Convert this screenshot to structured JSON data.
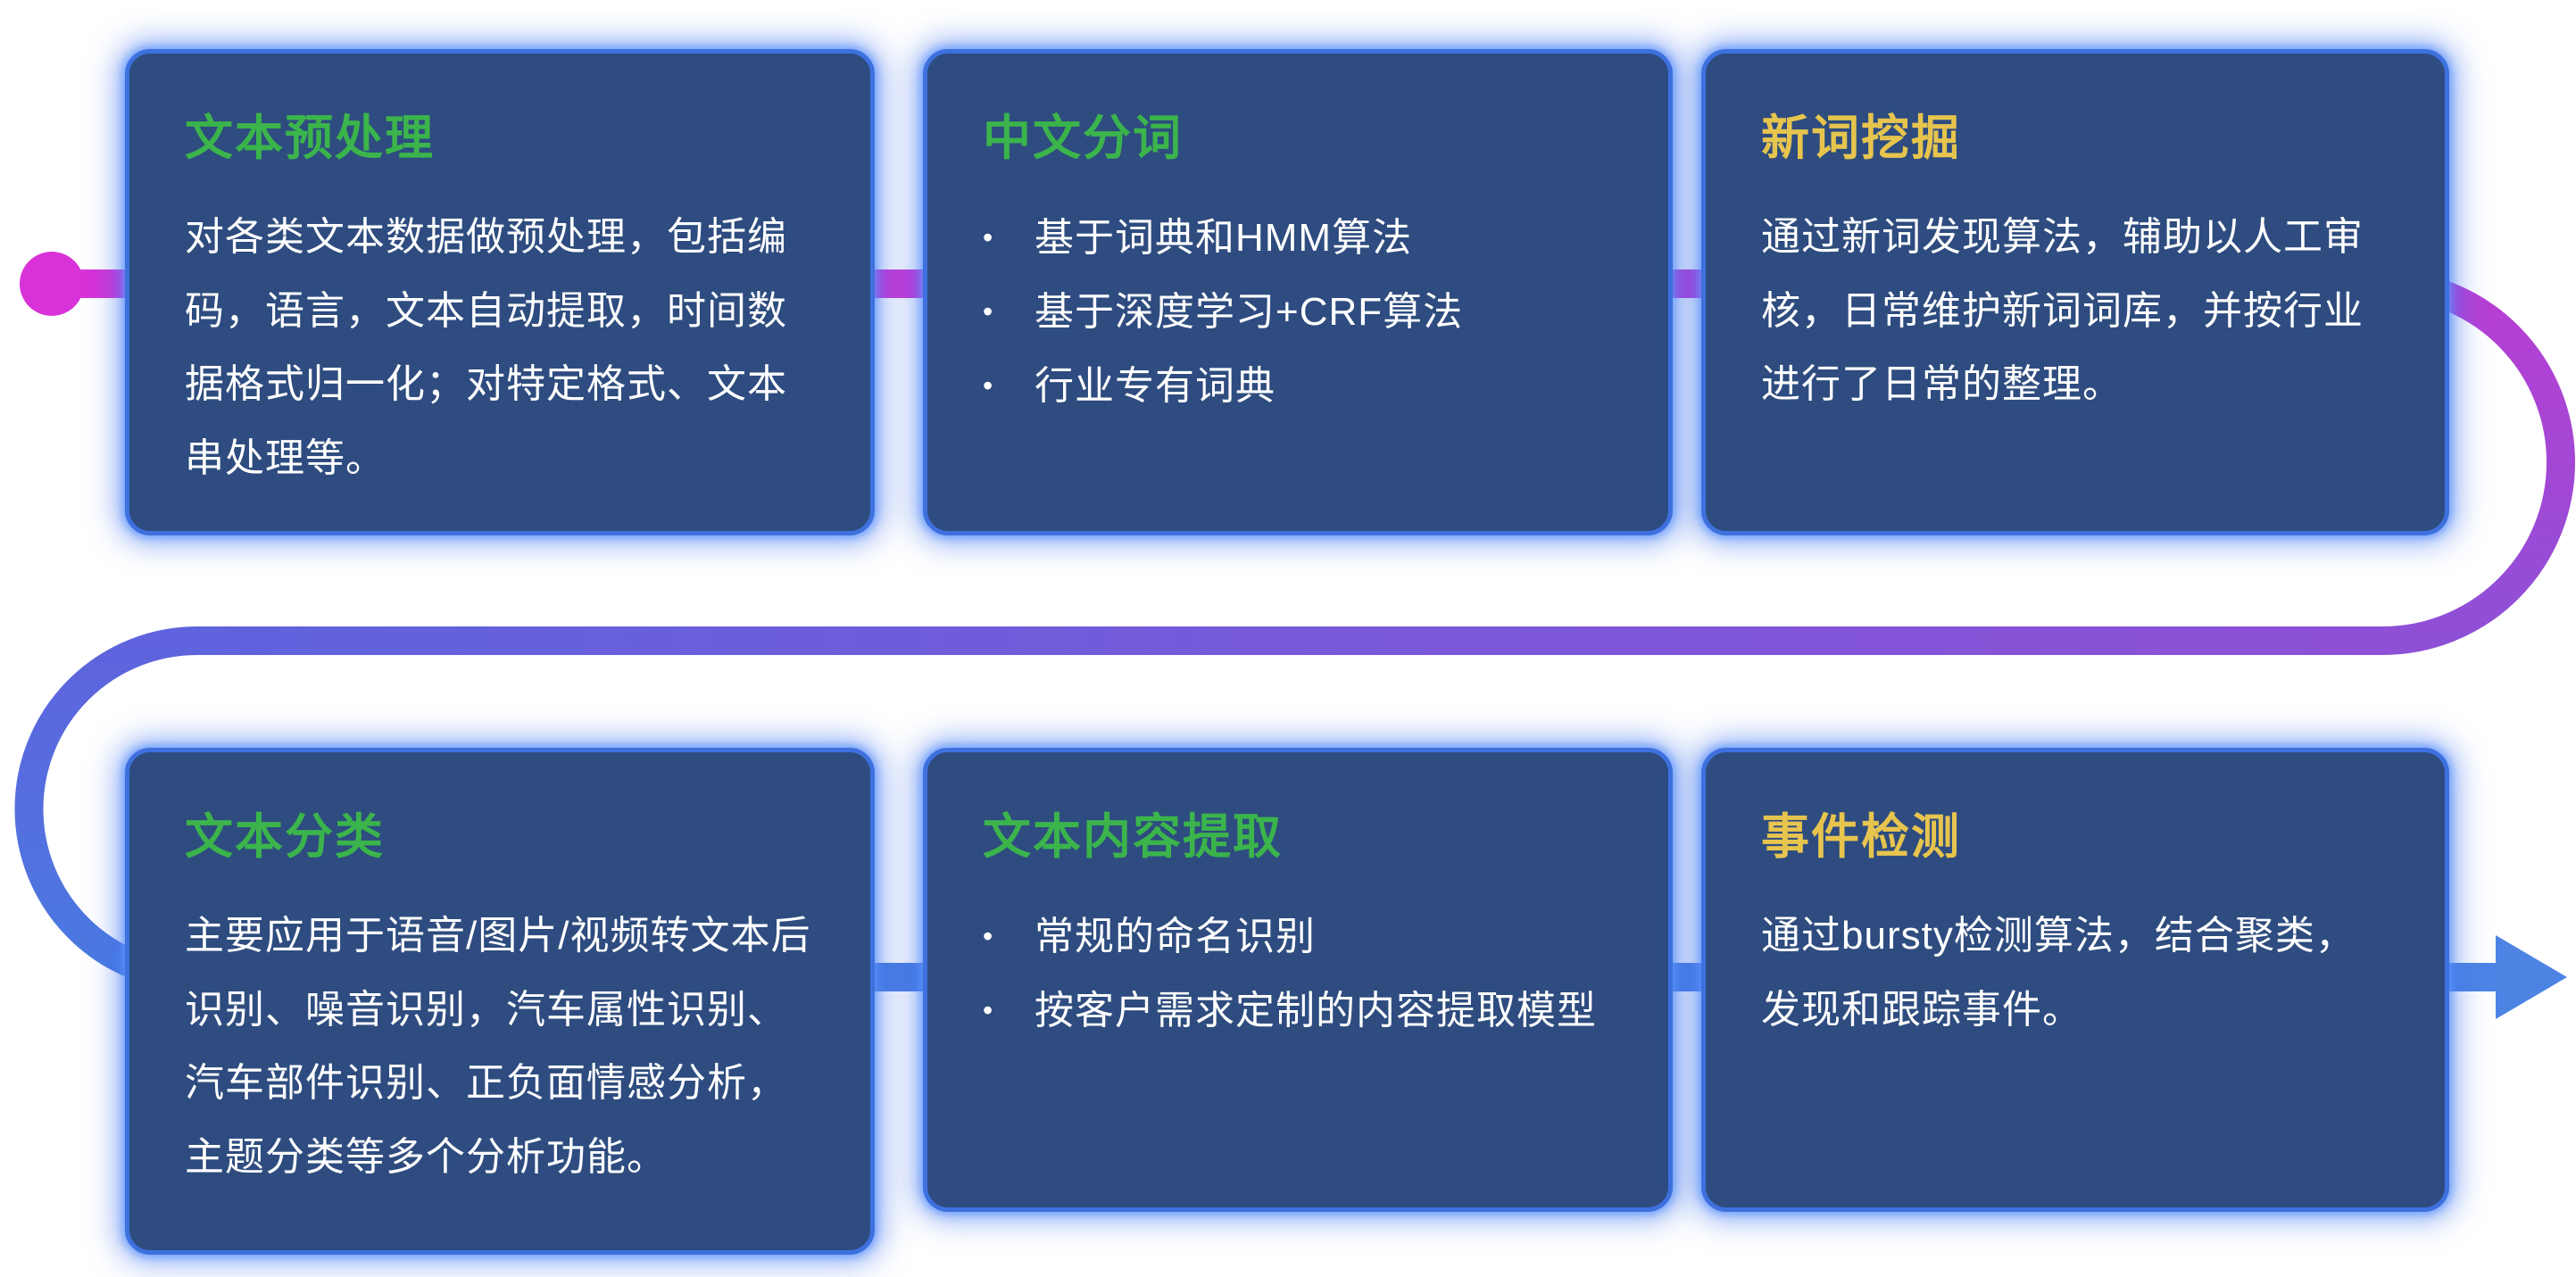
{
  "page": {
    "background": "#ffffff"
  },
  "colors": {
    "card_bg": "#2e4c7f",
    "card_border": "#3e70de",
    "title_green": "#3bb44c",
    "title_yellow": "#e6c44e",
    "body_text": "#ffffff",
    "flow_magenta": "#d833d8",
    "flow_purple": "#8e50d6",
    "flow_indigo": "#5f63dd",
    "flow_blue": "#4a7ae0"
  },
  "icons": {
    "flow_start": "magenta-dot",
    "flow_end": "right-arrow"
  },
  "cards": [
    {
      "title": "文本预处理",
      "title_color": "green",
      "body": "对各类文本数据做预处理，包括编码，语言，文本自动提取，时间数据格式归一化；对特定格式、文本串处理等。"
    },
    {
      "title": "中文分词",
      "title_color": "green",
      "bullets": [
        "基于词典和HMM算法",
        "基于深度学习+CRF算法",
        "行业专有词典"
      ]
    },
    {
      "title": "新词挖掘",
      "title_color": "yellow",
      "body": "通过新词发现算法，辅助以人工审核，日常维护新词词库，并按行业进行了日常的整理。"
    },
    {
      "title": "文本分类",
      "title_color": "green",
      "body": "主要应用于语音/图片/视频转文本后识别、噪音识别，汽车属性识别、汽车部件识别、正负面情感分析，主题分类等多个分析功能。"
    },
    {
      "title": "文本内容提取",
      "title_color": "green",
      "bullets": [
        "常规的命名识别",
        "按客户需求定制的内容提取模型"
      ]
    },
    {
      "title": "事件检测",
      "title_color": "yellow",
      "body": "通过bursty检测算法，结合聚类，发现和跟踪事件。"
    }
  ]
}
